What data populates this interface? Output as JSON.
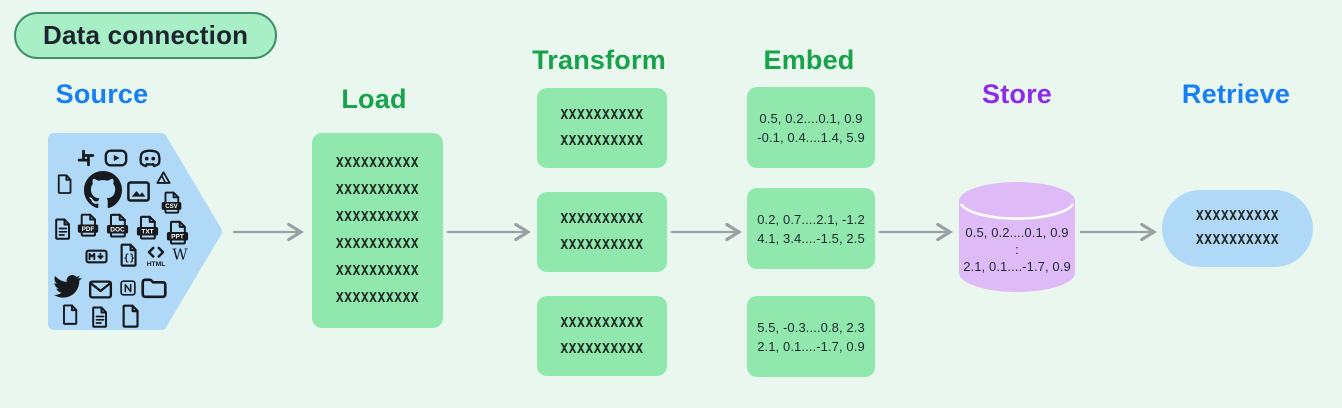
{
  "colors": {
    "background": "#e9f7ef",
    "green_box": "#90e8ac",
    "green_heading": "#17a24b",
    "blue_fill": "#b0d9f8",
    "blue_heading": "#187ff2",
    "purple_fill": "#debaf7",
    "purple_heading": "#8f2be8",
    "arrow": "#9aa0a3",
    "title_bg": "#a8efc5",
    "title_border": "#3f8f68",
    "ink": "#1c2430"
  },
  "title": {
    "label": "Data connection"
  },
  "headers": {
    "source": {
      "label": "Source",
      "color": "#187ff2"
    },
    "load": {
      "label": "Load",
      "color": "#17a24b"
    },
    "transform": {
      "label": "Transform",
      "color": "#17a24b"
    },
    "embed": {
      "label": "Embed",
      "color": "#17a24b"
    },
    "store": {
      "label": "Store",
      "color": "#8f2be8"
    },
    "retrieve": {
      "label": "Retrieve",
      "color": "#187ff2"
    }
  },
  "source": {
    "rows": [
      [
        {
          "name": "slack-icon"
        },
        {
          "name": "youtube-icon"
        },
        {
          "name": "discord-icon"
        }
      ],
      [
        {
          "name": "file-icon"
        },
        {
          "name": "github-icon"
        },
        {
          "name": "image-icon"
        },
        {
          "name": "google-drive-icon"
        },
        {
          "name": "csv-file-icon",
          "label": "CSV"
        }
      ],
      [
        {
          "name": "text-file-icon"
        },
        {
          "name": "pdf-file-icon",
          "label": "PDF"
        },
        {
          "name": "doc-file-icon",
          "label": "DOC"
        },
        {
          "name": "txt-file-icon",
          "label": "TXT"
        },
        {
          "name": "ppt-file-icon",
          "label": "PPT"
        }
      ],
      [
        {
          "name": "markdown-icon"
        },
        {
          "name": "json-file-icon",
          "label": "{}"
        },
        {
          "name": "html-icon",
          "label": "HTML"
        },
        {
          "name": "wikipedia-icon",
          "label": "W"
        }
      ],
      [
        {
          "name": "twitter-icon"
        },
        {
          "name": "mail-icon"
        },
        {
          "name": "notion-icon"
        },
        {
          "name": "folder-icon"
        }
      ],
      [
        {
          "name": "file-icon"
        },
        {
          "name": "text-file-icon"
        },
        {
          "name": "file-icon"
        }
      ]
    ]
  },
  "load": {
    "lines": [
      "XXXXXXXXXX",
      "XXXXXXXXXX",
      "XXXXXXXXXX",
      "XXXXXXXXXX",
      "XXXXXXXXXX",
      "XXXXXXXXXX"
    ]
  },
  "transform": {
    "boxes": [
      {
        "lines": [
          "XXXXXXXXXX",
          "XXXXXXXXXX"
        ]
      },
      {
        "lines": [
          "XXXXXXXXXX",
          "XXXXXXXXXX"
        ]
      },
      {
        "lines": [
          "XXXXXXXXXX",
          "XXXXXXXXXX"
        ]
      }
    ]
  },
  "embed": {
    "boxes": [
      {
        "lines": [
          "0.5, 0.2....0.1, 0.9",
          "-0.1, 0.4....1.4, 5.9"
        ]
      },
      {
        "lines": [
          "0.2, 0.7....2.1, -1.2",
          "4.1, 3.4....-1.5, 2.5"
        ]
      },
      {
        "lines": [
          "5.5, -0.3....0.8, 2.3",
          "2.1, 0.1....-1.7, 0.9"
        ]
      }
    ]
  },
  "store": {
    "lines": [
      "0.5, 0.2....0.1, 0.9",
      ":",
      "2.1, 0.1....-1.7, 0.9"
    ]
  },
  "retrieve": {
    "lines": [
      "XXXXXXXXXX",
      "XXXXXXXXXX"
    ]
  }
}
